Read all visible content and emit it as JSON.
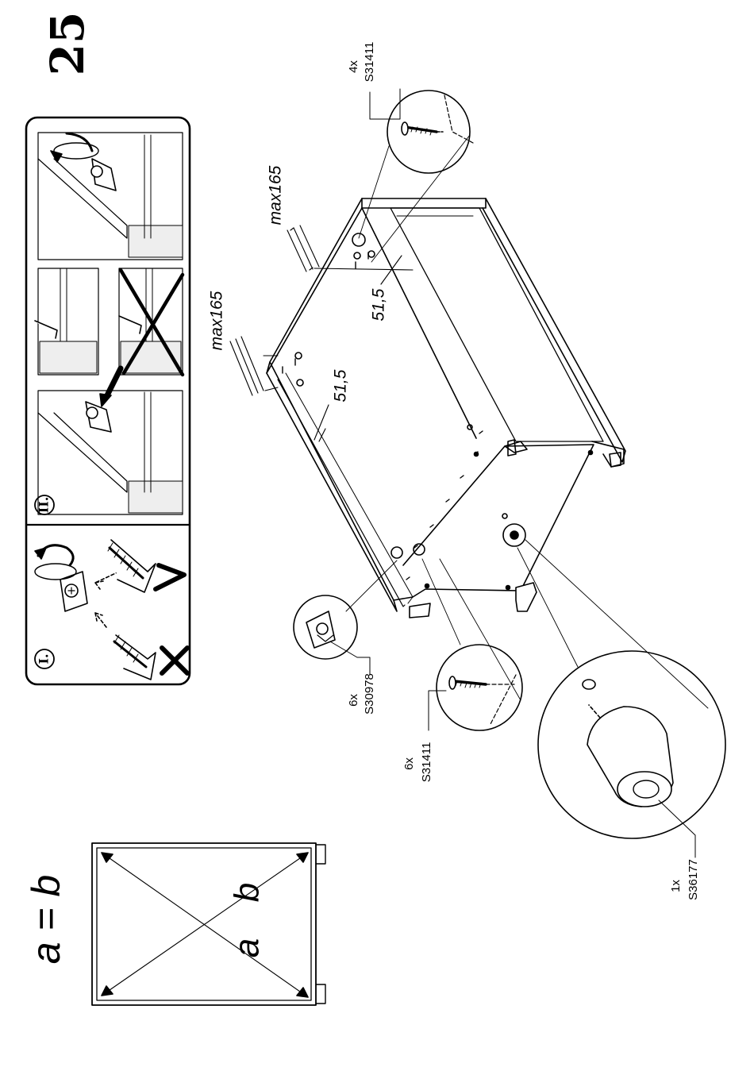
{
  "step_number": "25",
  "inset": {
    "panel_one_label": "I.",
    "panel_two_label": "II."
  },
  "parts": {
    "screws_top": {
      "qty": "4x",
      "code": "S31411"
    },
    "screws_bottom": {
      "qty": "6x",
      "code": "S31411"
    },
    "cams": {
      "qty": "6x",
      "code": "S30978"
    },
    "foot": {
      "qty": "1x",
      "code": "S36177"
    }
  },
  "dimensions": {
    "max_a": "max165",
    "max_b": "max165",
    "dist_a": "51,5",
    "dist_b": "51,5"
  },
  "check": {
    "equation": "a = b",
    "diag_a": "a",
    "diag_b": "b"
  }
}
